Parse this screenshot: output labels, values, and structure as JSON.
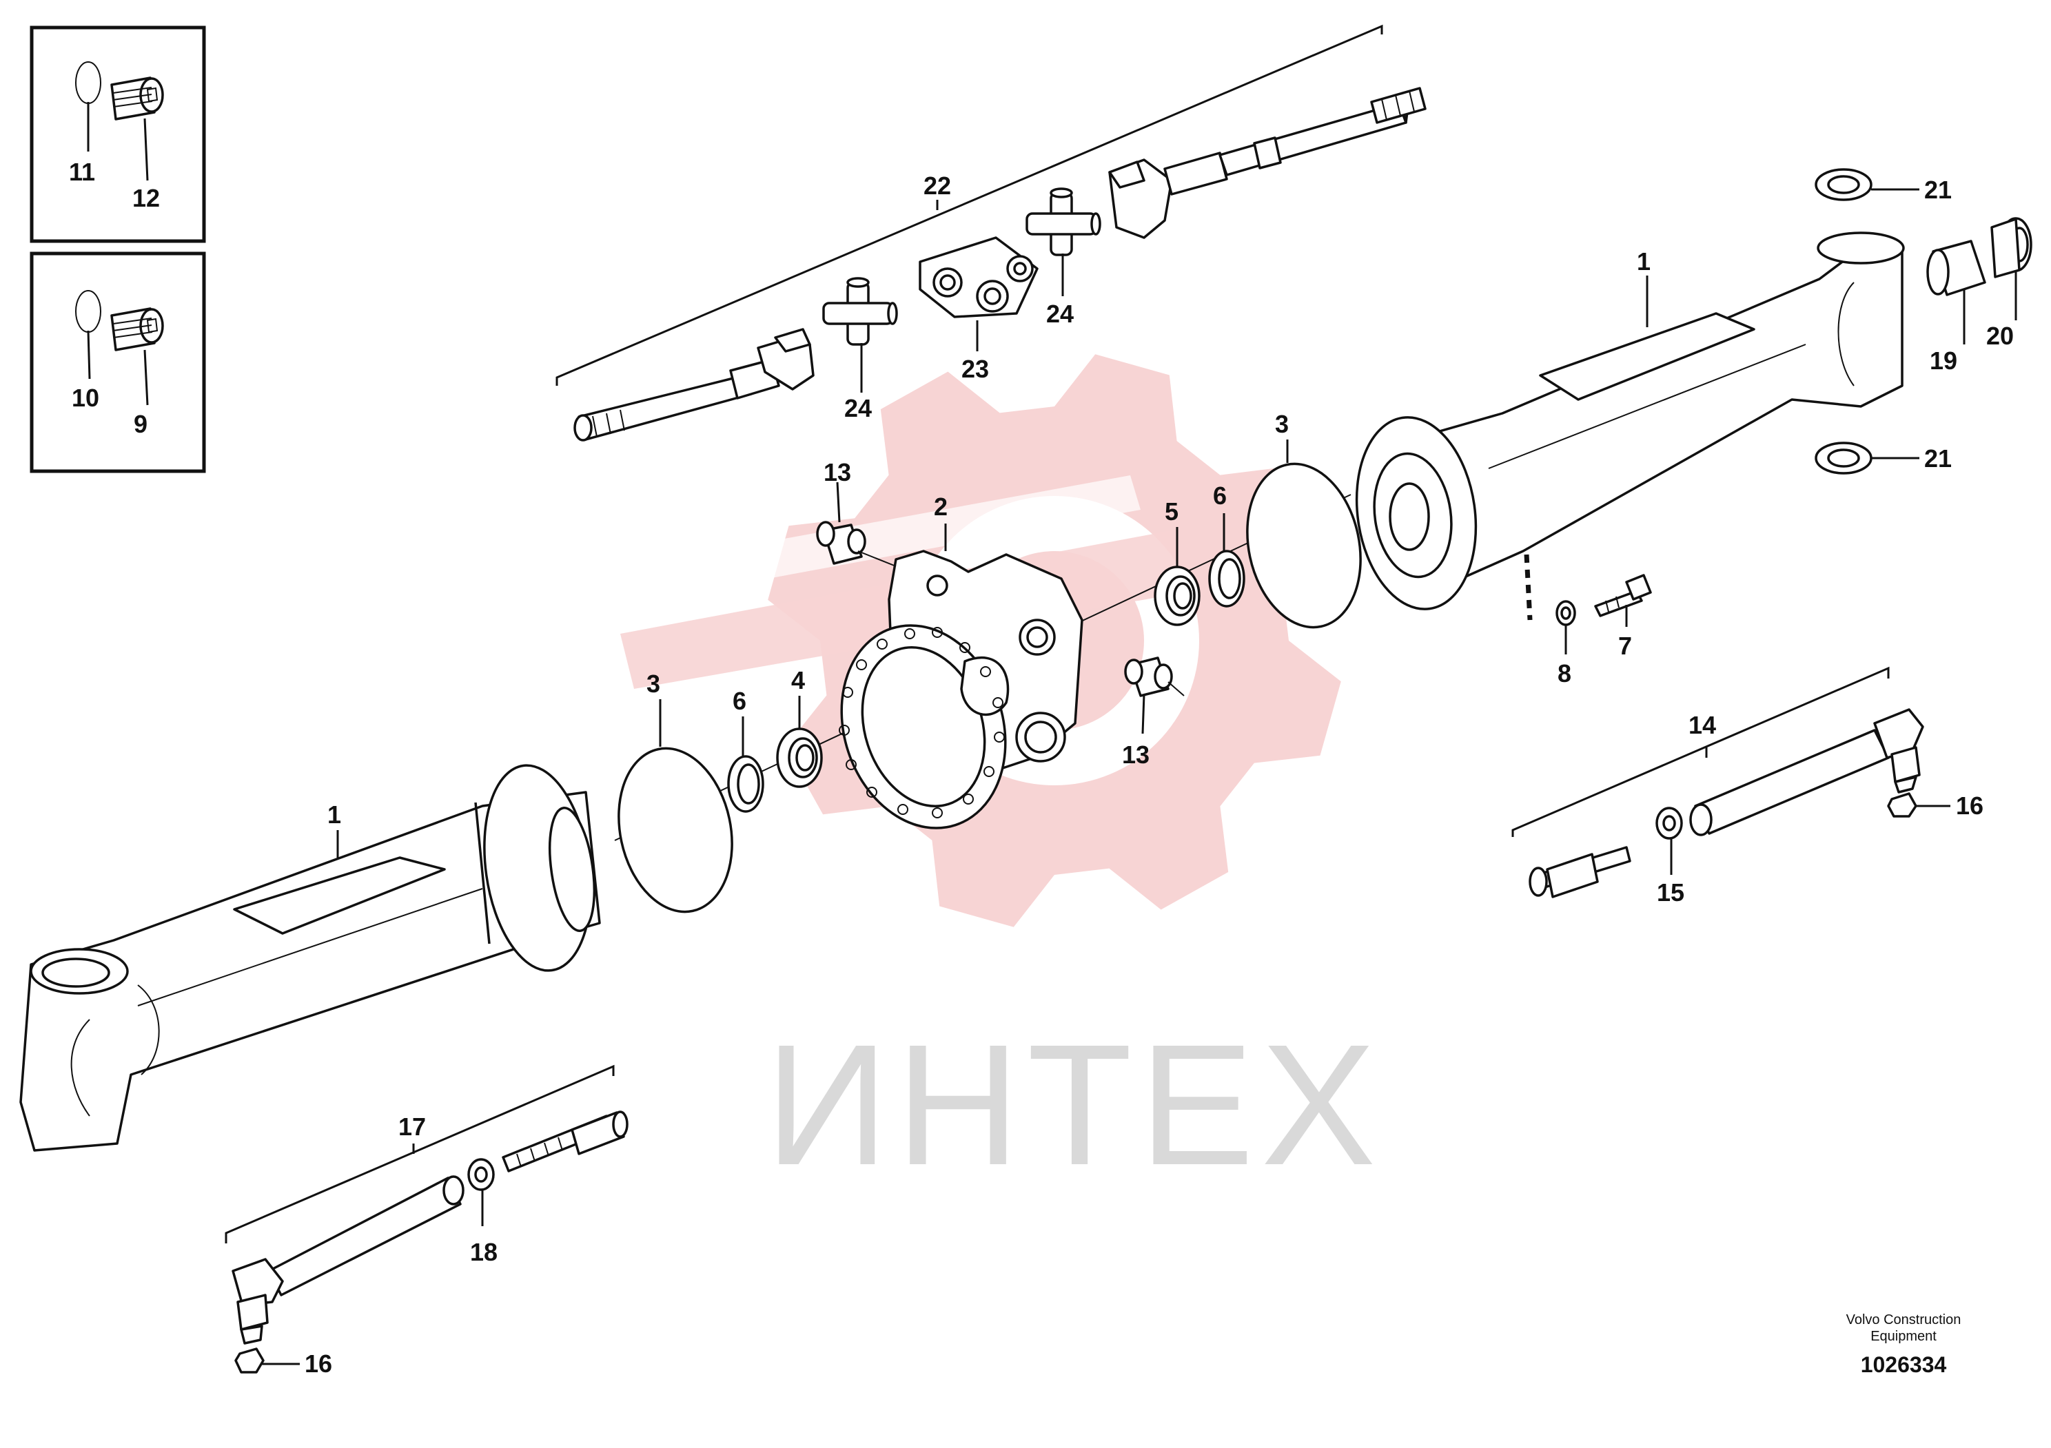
{
  "watermark": {
    "text": "ИНТЕХ",
    "gear_color": "#f7d4d4",
    "text_color": "#d9d9d9"
  },
  "callouts": {
    "c1_left": "1",
    "c1_right": "1",
    "c2": "2",
    "c3_left": "3",
    "c3_right": "3",
    "c4": "4",
    "c5": "5",
    "c6_left": "6",
    "c6_right": "6",
    "c7": "7",
    "c8": "8",
    "c9": "9",
    "c10": "10",
    "c11": "11",
    "c12": "12",
    "c13_top": "13",
    "c13_bottom": "13",
    "c14": "14",
    "c15": "15",
    "c16_right": "16",
    "c16_left": "16",
    "c17": "17",
    "c18": "18",
    "c19": "19",
    "c20": "20",
    "c21_top": "21",
    "c21_bottom": "21",
    "c22": "22",
    "c23": "23",
    "c24_left": "24",
    "c24_right": "24"
  },
  "footer": {
    "manufacturer_line1": "Volvo Construction",
    "manufacturer_line2": "Equipment",
    "drawing_number": "1026334"
  }
}
